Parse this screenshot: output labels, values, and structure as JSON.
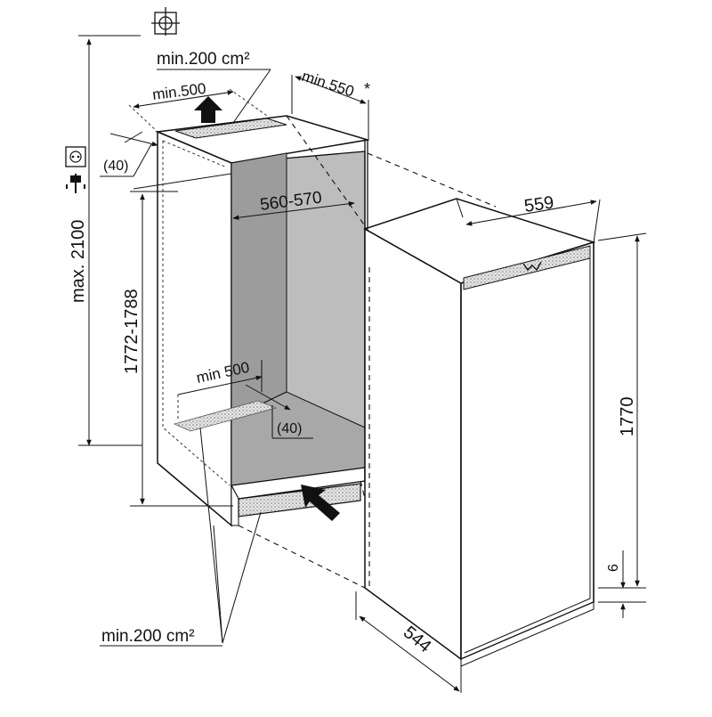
{
  "labels": {
    "max_height": "max. 2100",
    "niche_height": "1772-1788",
    "niche_width": "560-570",
    "niche_depth": "min.550",
    "niche_depth_note": "*",
    "top_vent_area": "min.200 cm²",
    "top_vent_depth": "min.500",
    "top_offset": "(40)",
    "bottom_vent_depth": "min 500",
    "bottom_offset": "(40)",
    "bottom_vent_area": "min.200 cm²",
    "appliance_width": "559",
    "appliance_height": "1770",
    "appliance_depth": "544",
    "foot_height": "6"
  },
  "icons": [
    "ground-symbol-icon",
    "power-socket-icon",
    "power-plug-icon",
    "airflow-arrow-up-icon",
    "airflow-arrow-in-icon"
  ]
}
